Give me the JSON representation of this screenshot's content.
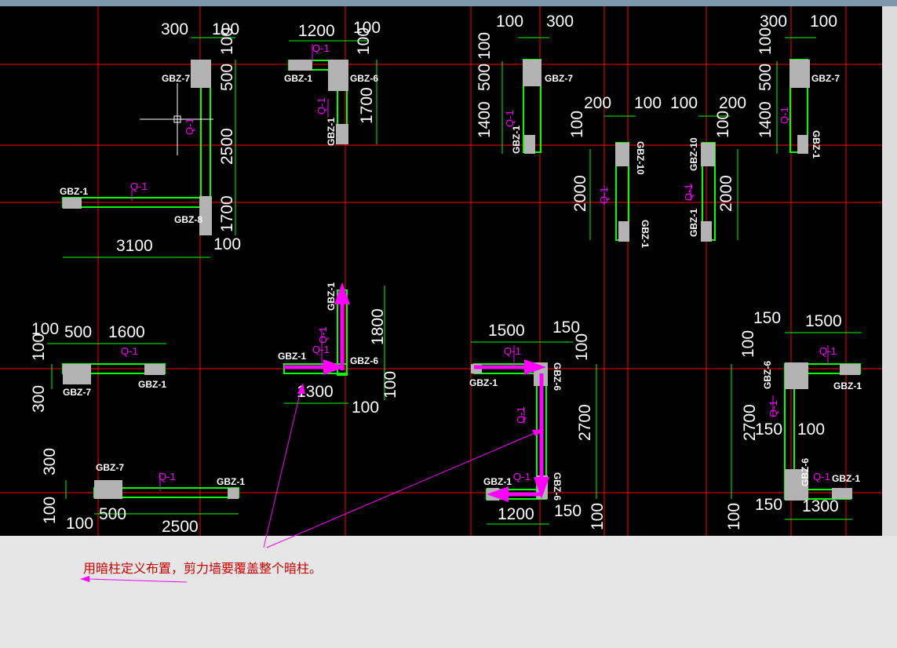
{
  "colors": {
    "background": "#000000",
    "axis": "#ff0000",
    "wall": "#00ff00",
    "column": "#b3b3b3",
    "text": "#ffffff",
    "annotation": "#ff00ff",
    "note": "#c80000"
  },
  "dims": {
    "d300_1": "300",
    "d100_1": "100",
    "d100_2": "100",
    "d500_1": "500",
    "d2500_1": "2500",
    "d1700_1": "1700",
    "d100_3": "100",
    "d3100": "3100",
    "d1200_1": "1200",
    "d100_4": "100",
    "d100_5": "100",
    "d1700_2": "1700",
    "d100_6": "100",
    "d300_2": "300",
    "d100_7": "100",
    "d500_2": "500",
    "d1400_1": "1400",
    "d200_1": "200",
    "d100_8": "100",
    "d100_9": "100",
    "d200_2": "200",
    "d100_10": "100",
    "d100_11": "100",
    "d2000_1": "2000",
    "d2000_2": "2000",
    "d300_3": "300",
    "d100_12": "100",
    "d100_13": "100",
    "d500_3": "500",
    "d1400_2": "1400",
    "d100_14": "100",
    "d500_4": "500",
    "d1600": "1600",
    "d100_15": "100",
    "d300_4": "300",
    "d1800": "1800",
    "d1300_1": "1300",
    "d100_16": "100",
    "d100_17": "100",
    "d1500_1": "1500",
    "d150_1": "150",
    "d100_18": "100",
    "d2700_1": "2700",
    "d150_2": "150",
    "d1500_2": "1500",
    "d100_19": "100",
    "d2700_2": "2700",
    "d150_3": "150",
    "d100_20": "100",
    "d300_5": "300",
    "d100_21": "100",
    "d100_22": "100",
    "d500_5": "500",
    "d2500_2": "2500",
    "d1200_2": "1200",
    "d150_4": "150",
    "d100_23": "100",
    "d100_24": "100",
    "d150_5": "150",
    "d1300_2": "1300"
  },
  "labels": {
    "gbz7": "GBZ-7",
    "gbz1": "GBZ-1",
    "gbz6": "GBZ-6",
    "gbz8": "GBZ-8",
    "gbz10": "GBZ-10",
    "q1": "Q-1"
  },
  "note": "用暗柱定义布置，剪力墙要覆盖整个暗柱。"
}
